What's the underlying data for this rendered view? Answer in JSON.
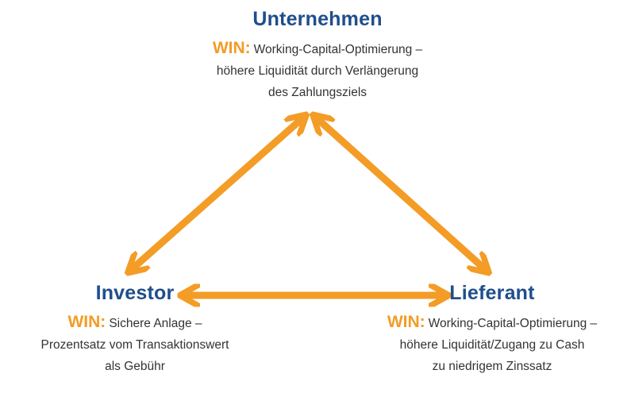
{
  "colors": {
    "accent": "#f39c26",
    "title": "#1f4e8c",
    "text": "#333333"
  },
  "nodes": {
    "top": {
      "title": "Unternehmen",
      "win": "WIN:",
      "lines": [
        "Working-Capital-Optimierung –",
        "höhere Liquidität durch Verlängerung",
        "des Zahlungsziels"
      ]
    },
    "left": {
      "title": "Investor",
      "win": "WIN:",
      "lines": [
        "Sichere Anlage –",
        "Prozentsatz vom Transaktionswert",
        "als Gebühr"
      ]
    },
    "right": {
      "title": "Lieferant",
      "win": "WIN:",
      "lines": [
        "Working-Capital-Optimierung –",
        "höhere Liquidität/Zugang zu Cash",
        "zu niedrigem Zinssatz"
      ]
    }
  }
}
